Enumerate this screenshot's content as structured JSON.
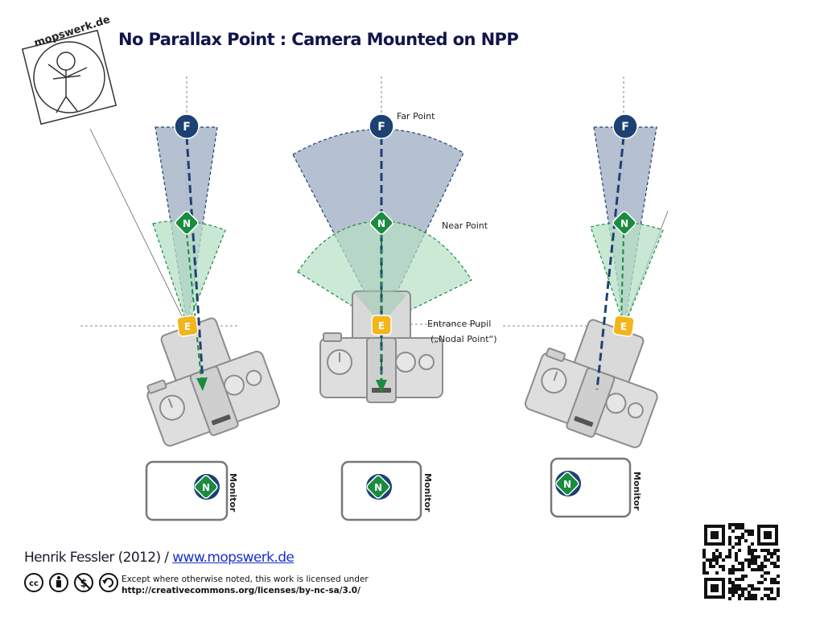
{
  "title": "No Parallax Point : Camera Mounted on NPP",
  "labels": {
    "far_point": "Far Point",
    "near_point": "Near Point",
    "entrance_pupil": "Entrance Pupil",
    "nodal_point": "(„Nodal Point“)",
    "monitor": "Monitor"
  },
  "badges": {
    "far": "F",
    "near": "N",
    "entrance": "E"
  },
  "logo_text": "mopswerk.de",
  "footer": {
    "author": "Henrik Fessler (2012) / ",
    "link": "www.mopswerk.de",
    "license_line1": "Except where otherwise noted, this work is licensed under",
    "license_line2": "http://creativecommons.org/licenses/by-nc-sa/3.0/"
  },
  "icons": [
    "cc-icon",
    "attribution-icon",
    "noncommercial-icon",
    "sharealike-icon",
    "qr-code-icon",
    "camera-icon",
    "monitor-icon"
  ],
  "colors": {
    "far_fill": "#a8b5c9",
    "near_fill": "#b6e0c4",
    "far_badge": "#1d4173",
    "near_badge": "#1a8c3e",
    "entrance_badge": "#f2b51a",
    "camera": "#dcdcdc"
  }
}
